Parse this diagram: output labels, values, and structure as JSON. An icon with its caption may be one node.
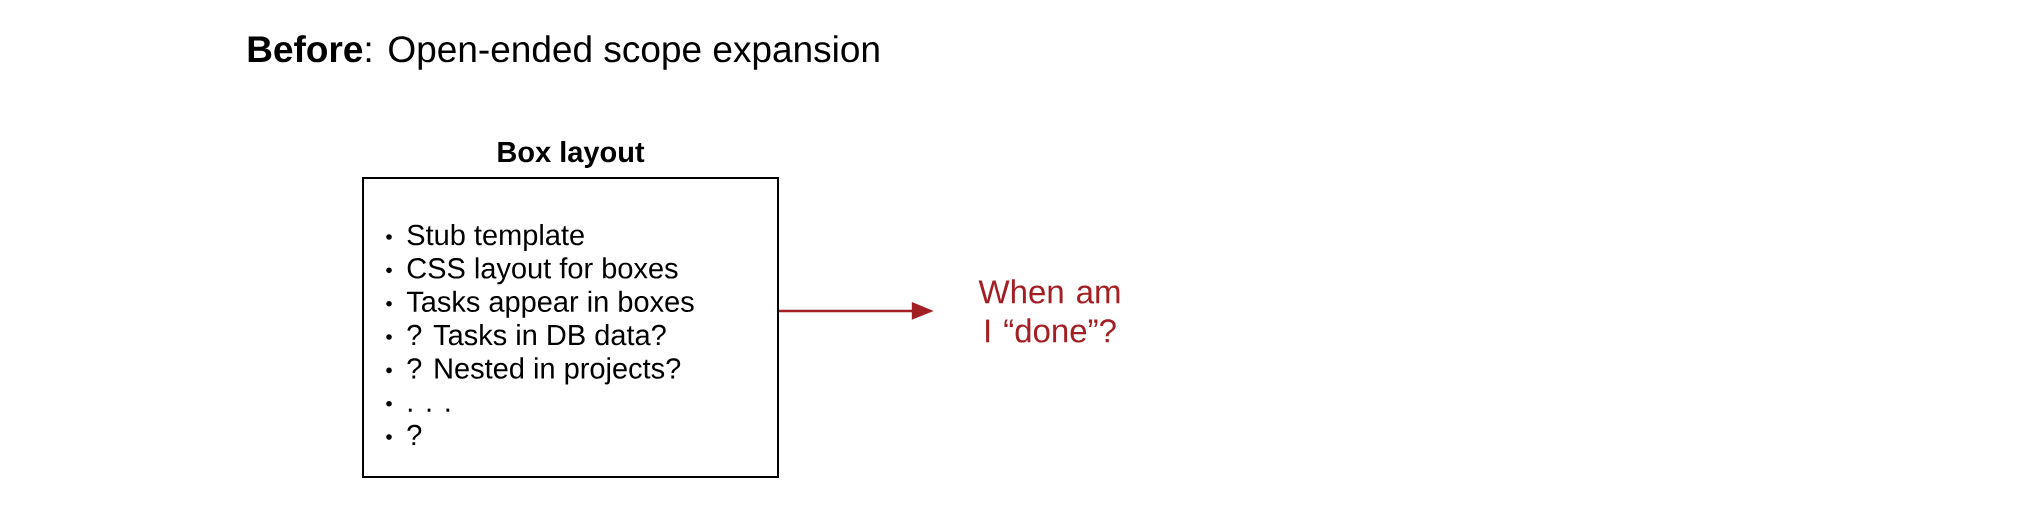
{
  "diagram": {
    "title": "**Before**: Open-ended scope expansion",
    "nodes": [
      {
        "text": [
          "Box layout",
          "Stub template",
          "CSS layout for boxes",
          "Tasks appear in boxes",
          "? Tasks in DB data?",
          "? Nested in projects?",
          ". . .",
          "?"
        ]
      },
      {
        "text": [
          "When am I “done”?"
        ]
      }
    ],
    "edges": [
      {
        "from": 0,
        "to": 1,
        "arrow": "to",
        "color": "#a31f24"
      }
    ]
  }
}
